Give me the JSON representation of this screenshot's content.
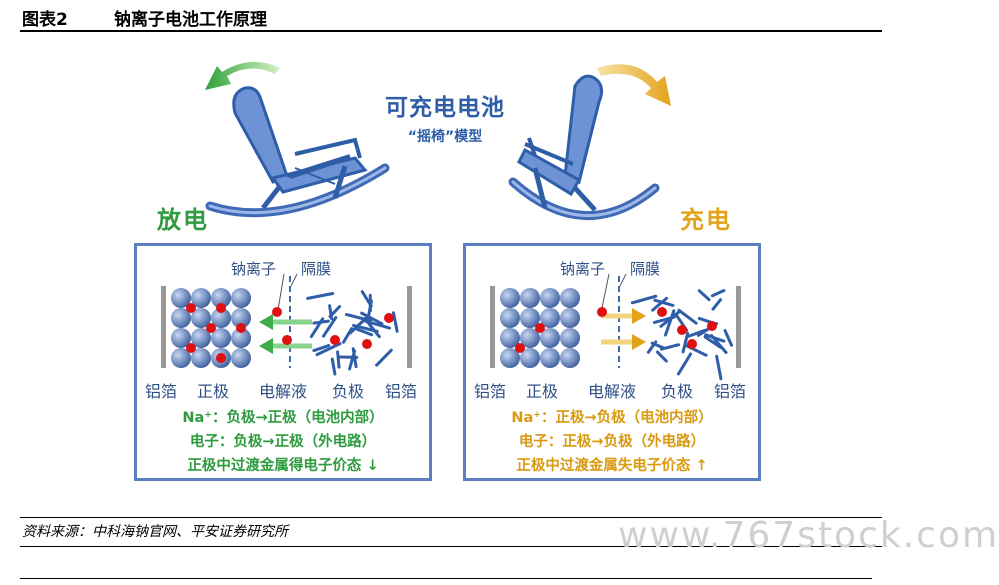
{
  "figure": {
    "number": "图表2",
    "title": "钠离子电池工作原理"
  },
  "header": {
    "title": "可充电电池",
    "subtitle": "“摇椅”模型"
  },
  "modes": {
    "discharge": "放电",
    "charge": "充电"
  },
  "colors": {
    "blue": "#2f5ea8",
    "green": "#2e9b3e",
    "gold": "#e3a21a",
    "sodium_ion": "#e01010",
    "frame": "#5b7fc0"
  },
  "panels": {
    "discharge": {
      "sodium_label": "钠离子",
      "separator_label": "隔膜",
      "labels": [
        "铝箔",
        "正极",
        "电解液",
        "负极",
        "铝箔"
      ],
      "lines": [
        "Na⁺：负极→正极（电池内部）",
        "电子：负极→正极（外电路）",
        "正极中过渡金属得电子价态 ↓"
      ]
    },
    "charge": {
      "sodium_label": "钠离子",
      "separator_label": "隔膜",
      "labels": [
        "铝箔",
        "正极",
        "电解液",
        "负极",
        "铝箔"
      ],
      "lines": [
        "Na⁺：正极→负极（电池内部）",
        "电子：正极→负极（外电路）",
        "正极中过渡金属失电子价态 ↑"
      ]
    }
  },
  "source": "资料来源：中科海钠官网、平安证券研究所",
  "watermark": "www.767stock.com"
}
